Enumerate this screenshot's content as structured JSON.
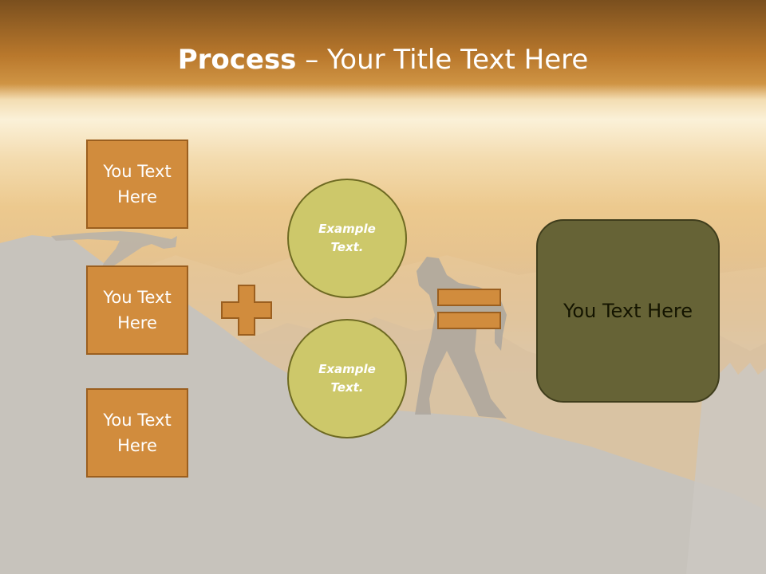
{
  "slide": {
    "title_bold": "Process",
    "title_rest": " – Your Title Text Here"
  },
  "boxes": [
    {
      "label": "You Text Here"
    },
    {
      "label": "You Text Here"
    },
    {
      "label": "You Text Here"
    }
  ],
  "circles": [
    {
      "label": "Example Text."
    },
    {
      "label": "Example Text."
    }
  ],
  "result": {
    "label": "You Text Here"
  },
  "colors": {
    "box_fill": "#d18c3d",
    "box_border": "#9b5f1f",
    "circle_fill": "#cdc86a",
    "circle_border": "#6e6a22",
    "result_fill": "#666336",
    "result_border": "#3f3d1c",
    "header_bar": "#b9782c"
  },
  "icons": {
    "operator_left": "plus-icon",
    "operator_right": "equals-icon"
  }
}
